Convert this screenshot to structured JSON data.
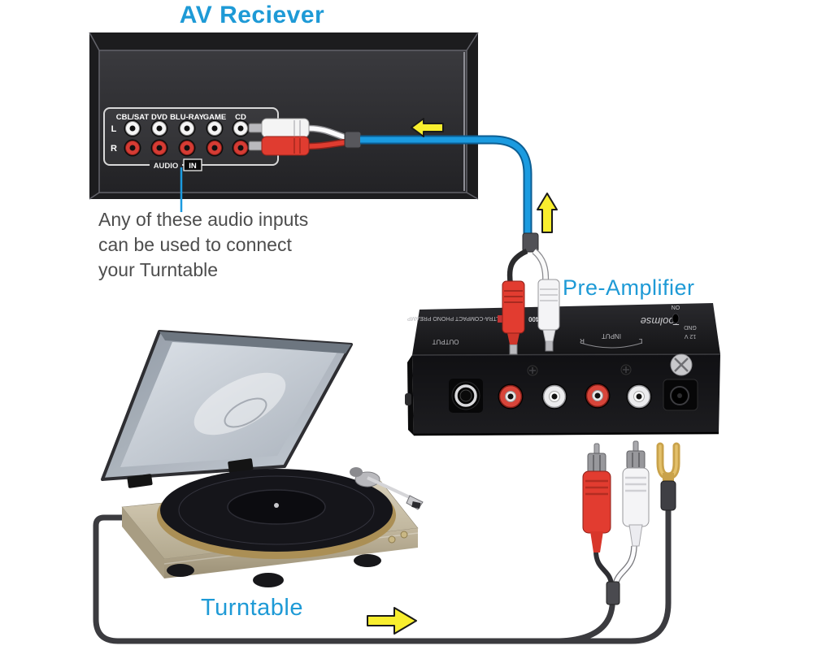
{
  "labels": {
    "av_receiver": "AV Reciever",
    "pre_amplifier": "Pre-Amplifier",
    "turntable": "Turntable"
  },
  "annotation": {
    "line1": "Any of these audio inputs",
    "line2": "can be used to connect",
    "line3": "your Turntable"
  },
  "receiver_panel": {
    "inputs": [
      "CBL/SAT",
      "DVD",
      "BLU-RAY",
      "GAME",
      "CD"
    ],
    "row_left": "L",
    "row_right": "R",
    "audio": "AUDIO",
    "in": "IN"
  },
  "preamp": {
    "brand": "Toolmse",
    "model": "PP400",
    "tagline": "ULTRA-COMPACT PHONO PREAMP",
    "output": "OUTPUT",
    "input": "INPUT",
    "r": "R",
    "l": "L",
    "gnd": "GND",
    "power": "12 V",
    "on": "ON"
  },
  "colors": {
    "accent_blue": "#1e9ad6",
    "cable_blue": "#1b9be0",
    "arrow_yellow": "#f8ee2e",
    "rca_red": "#e23c30",
    "rca_white": "#f4f4f6"
  }
}
